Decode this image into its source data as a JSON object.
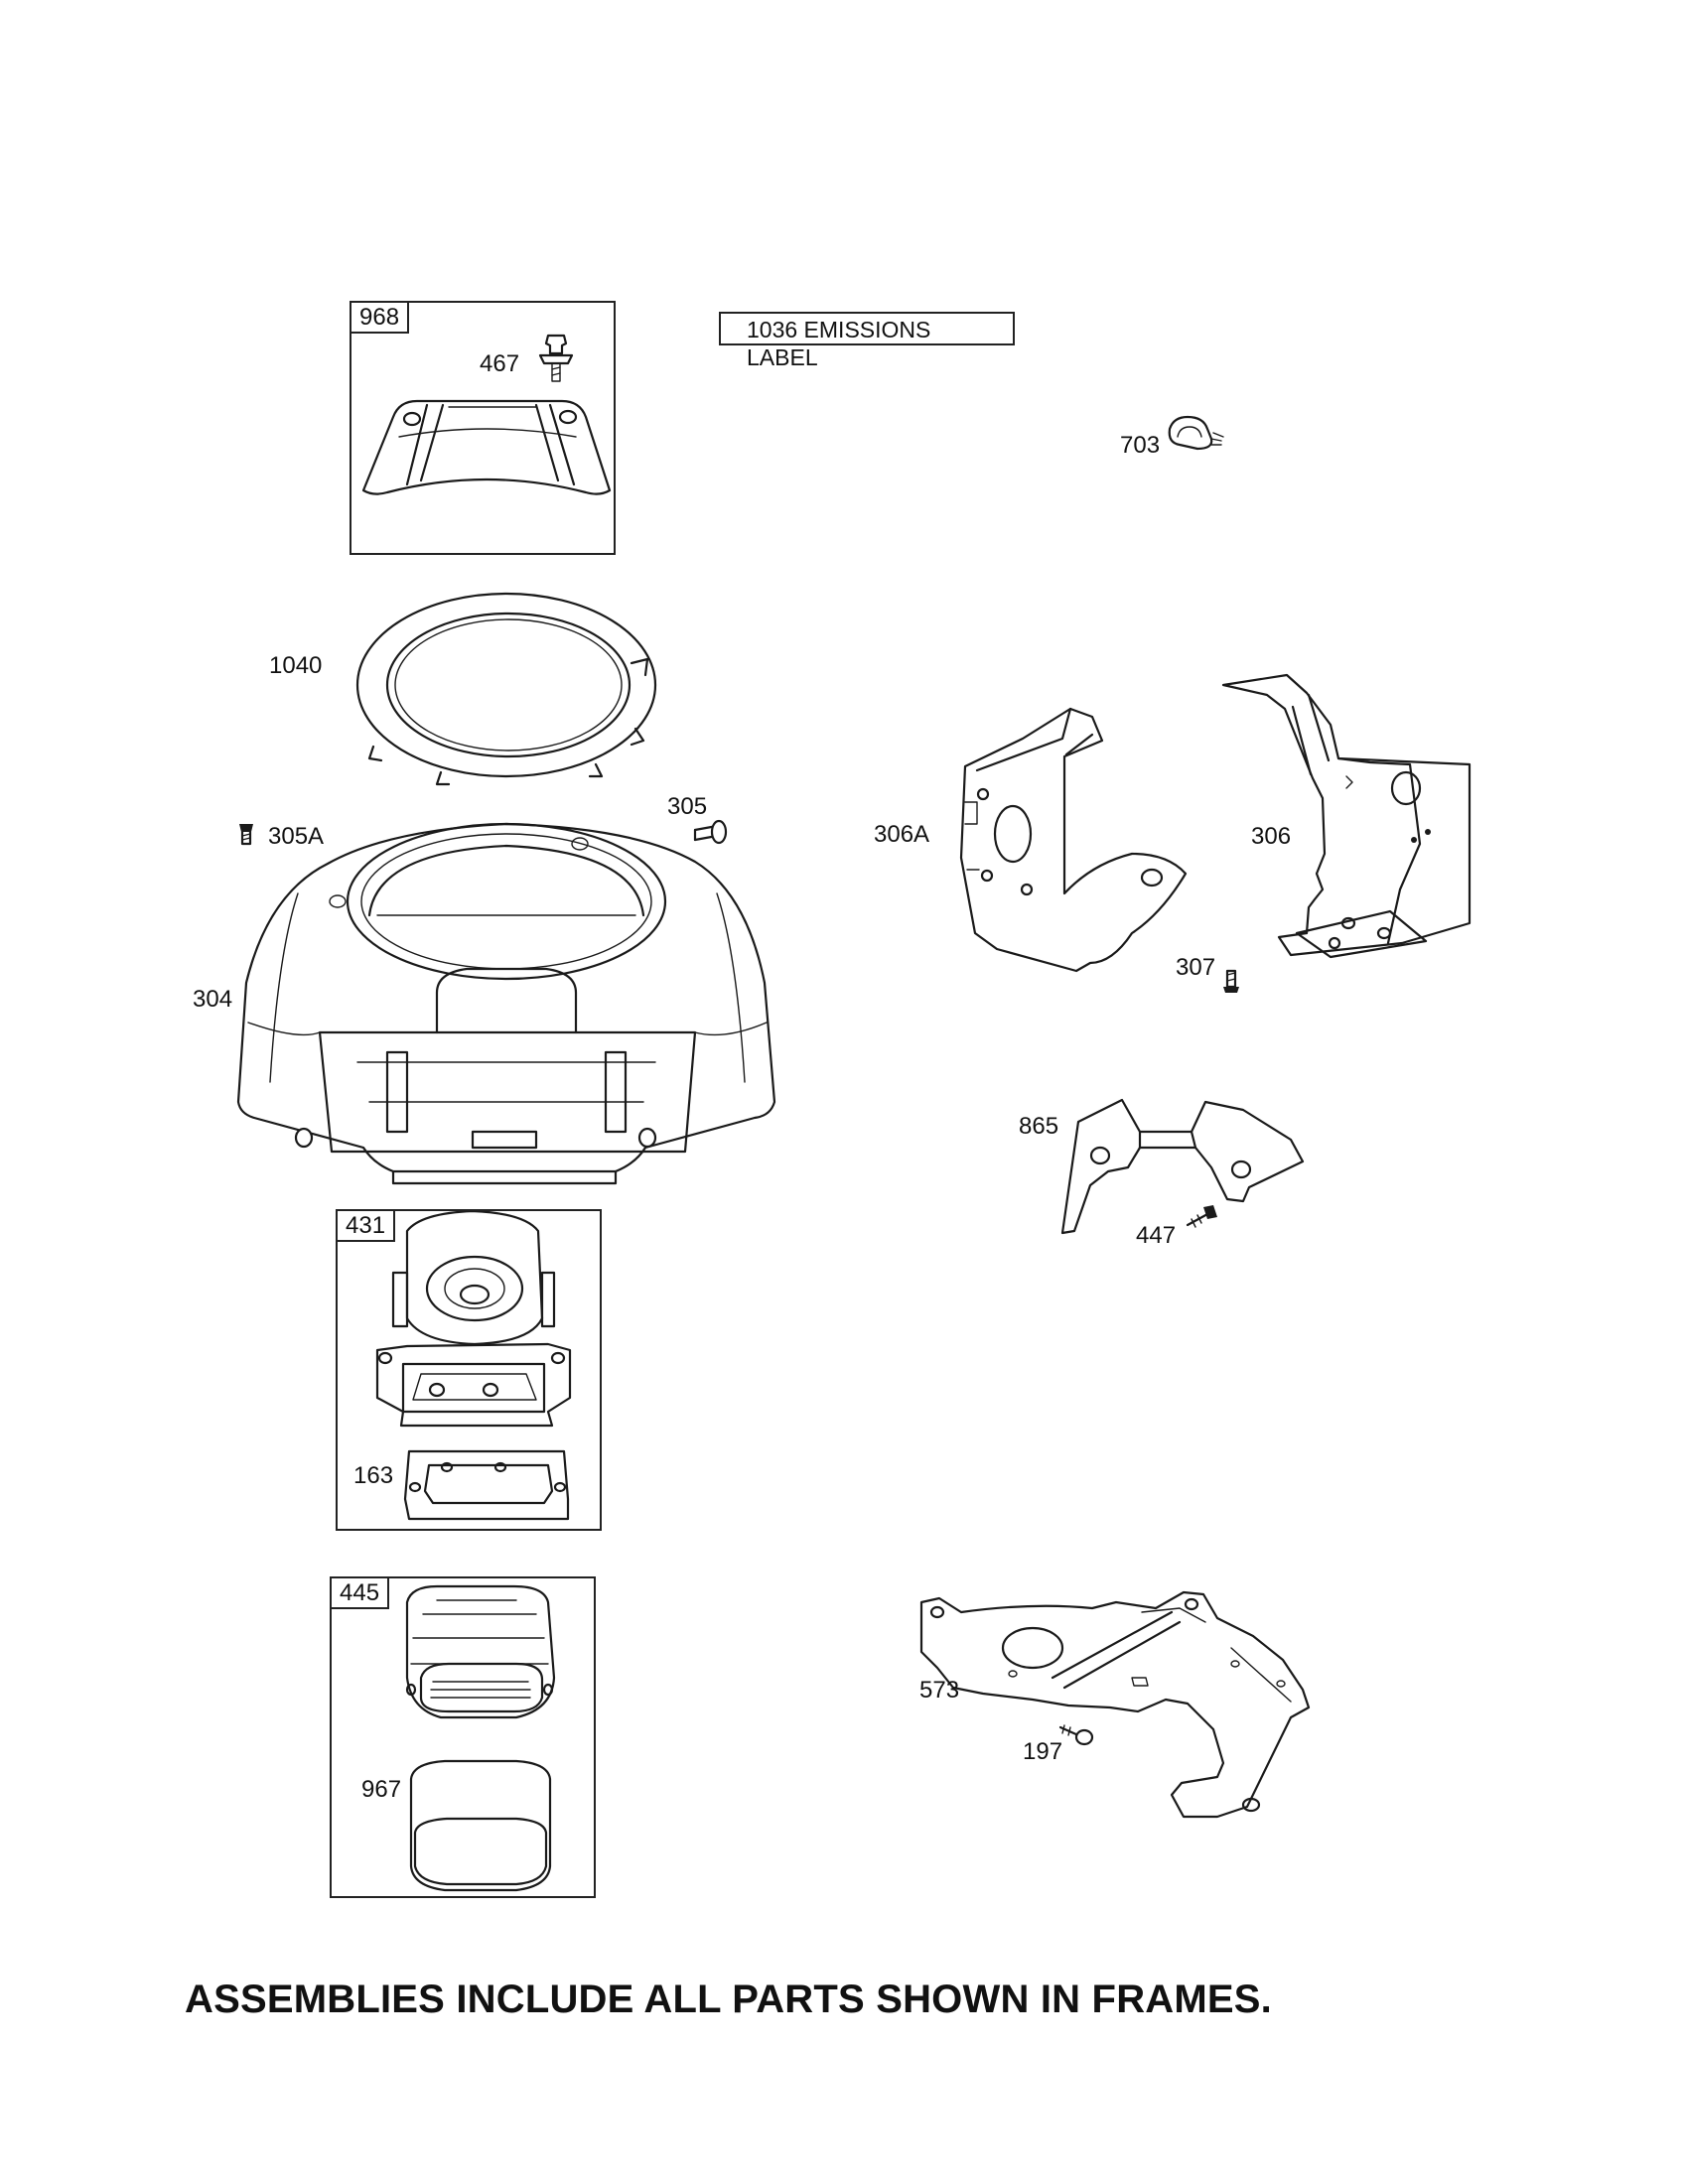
{
  "frames": {
    "f968": "968",
    "f431": "431",
    "f445": "445"
  },
  "callouts": {
    "c467": "467",
    "c703": "703",
    "c1040": "1040",
    "c305": "305",
    "c305a": "305A",
    "c306a": "306A",
    "c306": "306",
    "c304": "304",
    "c307": "307",
    "c865": "865",
    "c447": "447",
    "c163": "163",
    "c573": "573",
    "c197": "197",
    "c967": "967"
  },
  "emissions_label": "1036 EMISSIONS LABEL",
  "footer_note": "ASSEMBLIES INCLUDE ALL PARTS SHOWN IN FRAMES."
}
